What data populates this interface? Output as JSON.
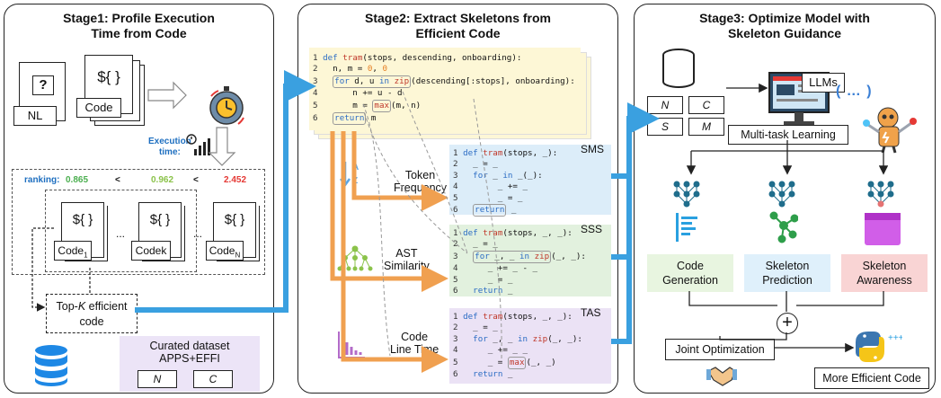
{
  "stage1": {
    "title": "Stage1: Profile Execution Time from Code",
    "title_line1": "Stage1: Profile Execution",
    "title_line2": "Time from Code",
    "nl_label": "NL",
    "question_mark": "?",
    "code_label": "Code",
    "code_symbol": "${ }",
    "execution_time_label1": "Execution",
    "execution_time_label2": "time:",
    "ranking_label": "ranking:",
    "ranking_values": [
      "0.865",
      "0.962",
      "2.452"
    ],
    "ranking_colors": [
      "#4caf50",
      "#8bc34a",
      "#e53935"
    ],
    "lt": "<",
    "ellipsis": "...",
    "code1_label": "Code",
    "code1_sub": "1",
    "codek_label": "Codek",
    "coden_label": "Code",
    "coden_sub": "N",
    "topk_line1_pre": "Top-",
    "topk_line1_k": "K",
    "topk_line1_post": " efficient",
    "topk_line2": "code",
    "dataset_line1": "Curated dataset",
    "dataset_line2": "APPS+EFFI",
    "dataset_n": "N",
    "dataset_c": "C"
  },
  "stage2": {
    "title_line1": "Stage2: Extract Skeletons from",
    "title_line2": "Efficient Code",
    "token_label1": "Token",
    "token_label2": "Frequency",
    "ast_label1": "AST",
    "ast_label2": "Similarity",
    "line_label1": "Code",
    "line_label2": "Line Time",
    "sms": "SMS",
    "sss": "SSS",
    "tas": "TAS"
  },
  "stage3": {
    "title_line1": "Stage3: Optimize Model with",
    "title_line2": "Skeleton Guidance",
    "llms": "LLMs",
    "n": "N",
    "c": "C",
    "s": "S",
    "m": "M",
    "multitask": "Multi-task Learning",
    "code_gen1": "Code",
    "code_gen2": "Generation",
    "skel_pred1": "Skeleton",
    "skel_pred2": "Prediction",
    "skel_aw1": "Skeleton",
    "skel_aw2": "Awareness",
    "joint": "Joint Optimization",
    "more_eff": "More Efficient Code",
    "model_dots": "( … )"
  },
  "colors": {
    "blue_arrow": "#3aa0e0",
    "orange_arrow": "#f0a050",
    "code_gen_bg": "#e8f5e0",
    "skel_pred_bg": "#dff0fb",
    "skel_aw_bg": "#f9d4d4",
    "src_code_bg": "#fdf7d6",
    "sms_bg": "#dcedf9",
    "sss_bg": "#e2f1de",
    "tas_bg": "#ebe2f5",
    "dataset_bg": "#ece4f7"
  }
}
